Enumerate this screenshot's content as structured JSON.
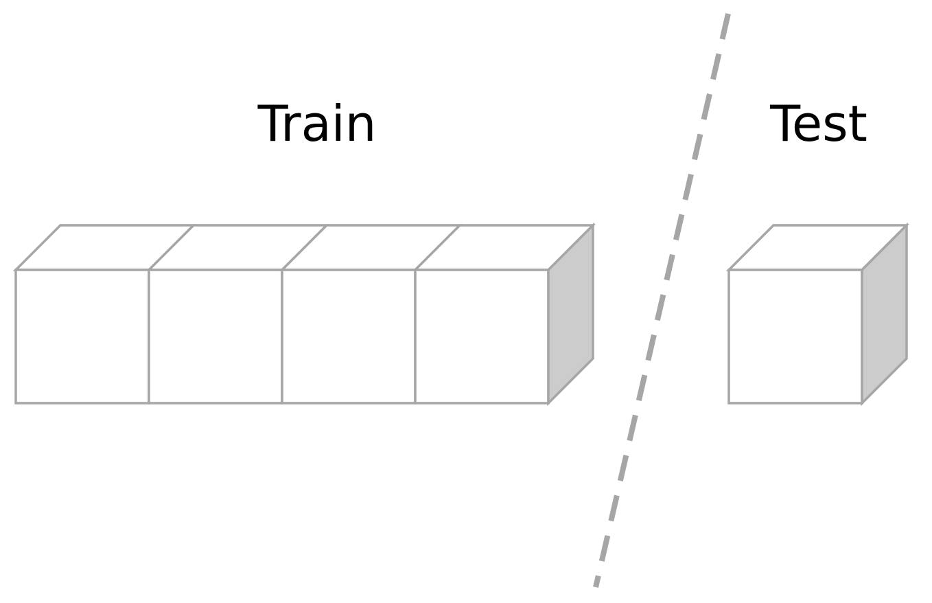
{
  "diagram": {
    "train_label": "Train",
    "test_label": "Test",
    "train_cube_count": 4,
    "test_cube_count": 1
  },
  "colors": {
    "outline": "#a6a6a6",
    "front_face": "#ffffff",
    "top_face": "#ffffff",
    "side_face": "#cccccc",
    "divider": "#a6a6a6",
    "text": "#000000"
  }
}
